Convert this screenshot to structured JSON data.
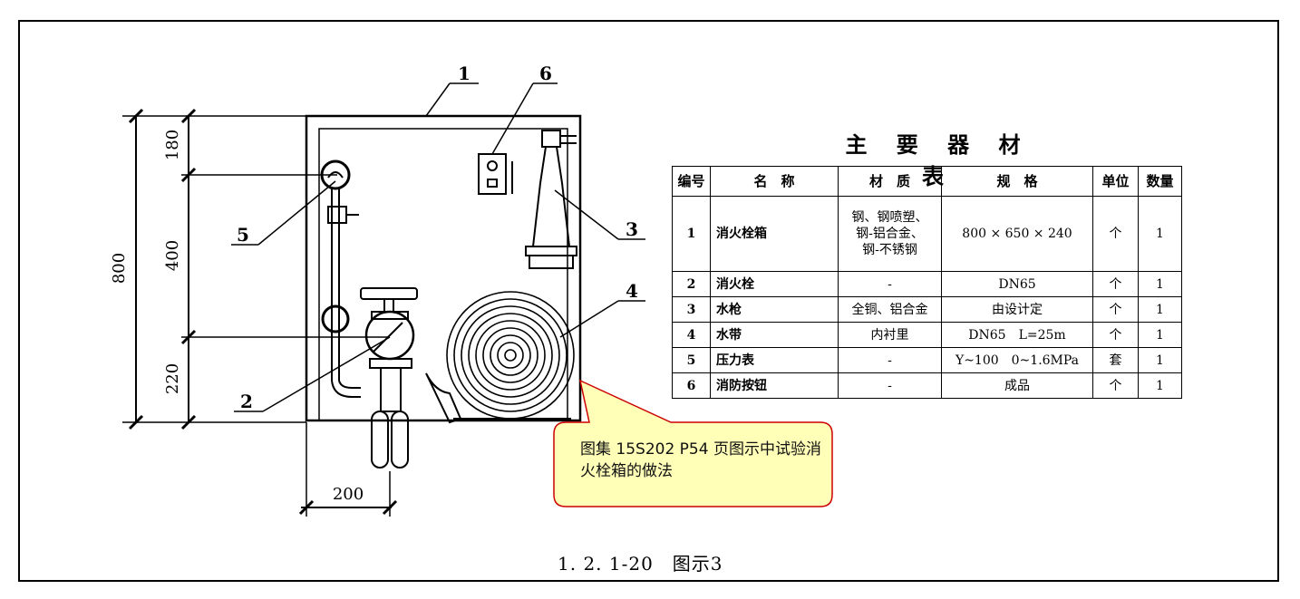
{
  "drawing": {
    "dimensions": {
      "total": "800",
      "top": "180",
      "middle": "400",
      "bottom": "220",
      "offset": "200"
    },
    "tags": {
      "t1": "1",
      "t2": "2",
      "t3": "3",
      "t4": "4",
      "t5": "5",
      "t6": "6"
    }
  },
  "table": {
    "title": "主 要 器 材 表",
    "headers": {
      "no": "编号",
      "name": "名　称",
      "material": "材　质",
      "spec": "规　格",
      "unit": "单位",
      "qty": "数量"
    },
    "rows": [
      {
        "no": "1",
        "name": "消火栓箱",
        "material": "钢、钢喷塑、\n钢-铝合金、\n钢-不锈钢",
        "spec": "800 × 650 × 240",
        "unit": "个",
        "qty": "1"
      },
      {
        "no": "2",
        "name": "消火栓",
        "material": "-",
        "spec": "DN65",
        "unit": "个",
        "qty": "1"
      },
      {
        "no": "3",
        "name": "水枪",
        "material": "全铜、铝合金",
        "spec": "由设计定",
        "unit": "个",
        "qty": "1"
      },
      {
        "no": "4",
        "name": "水带",
        "material": "内衬里",
        "spec": "DN65　L=25m",
        "unit": "个",
        "qty": "1"
      },
      {
        "no": "5",
        "name": "压力表",
        "material": "-",
        "spec": "Y~100　0~1.6MPa",
        "unit": "套",
        "qty": "1"
      },
      {
        "no": "6",
        "name": "消防按钮",
        "material": "-",
        "spec": "成品",
        "unit": "个",
        "qty": "1"
      }
    ]
  },
  "callout": {
    "text": "图集 15S202 P54 页图示中试验消火栓箱的做法"
  },
  "caption": "1. 2. 1-20　图示3",
  "colors": {
    "callout_fill": "#ffffb8",
    "callout_border": "#cc0000"
  }
}
